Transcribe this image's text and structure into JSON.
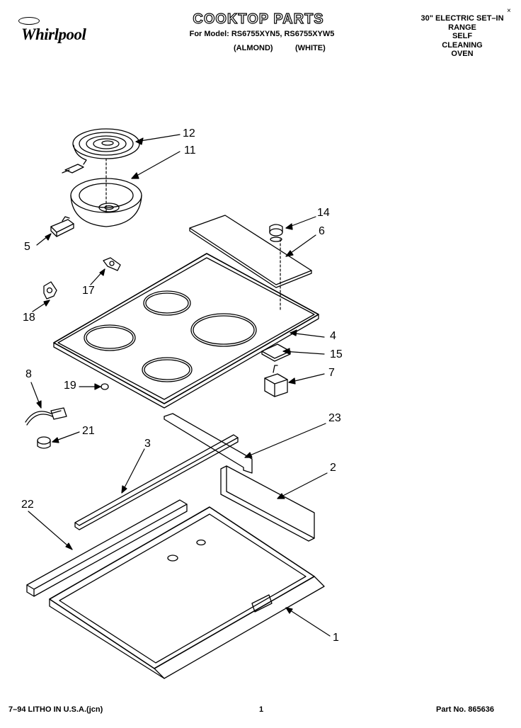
{
  "brand": {
    "logo_text": "Whirlpool",
    "logo_badge": "Whirlpool"
  },
  "header": {
    "title": "COOKTOP PARTS",
    "model_line": "For Model: RS6755XYN5, RS6755XYW5",
    "color_almond": "(ALMOND)",
    "color_white": "(WHITE)",
    "appliance_desc": [
      "30\" ELECTRIC SET–IN",
      "RANGE",
      "SELF",
      "CLEANING",
      "OVEN"
    ],
    "corner_mark": "×"
  },
  "callouts": {
    "c1": "1",
    "c2": "2",
    "c3": "3",
    "c4": "4",
    "c5": "5",
    "c6": "6",
    "c7": "7",
    "c8": "8",
    "c11": "11",
    "c12": "12",
    "c14": "14",
    "c15": "15",
    "c17": "17",
    "c18": "18",
    "c19": "19",
    "c21": "21",
    "c22": "22",
    "c23": "23"
  },
  "footer": {
    "litho": "7–94 LITHO IN U.S.A.(jcn)",
    "page_number": "1",
    "part_number": "Part No. 865636"
  }
}
